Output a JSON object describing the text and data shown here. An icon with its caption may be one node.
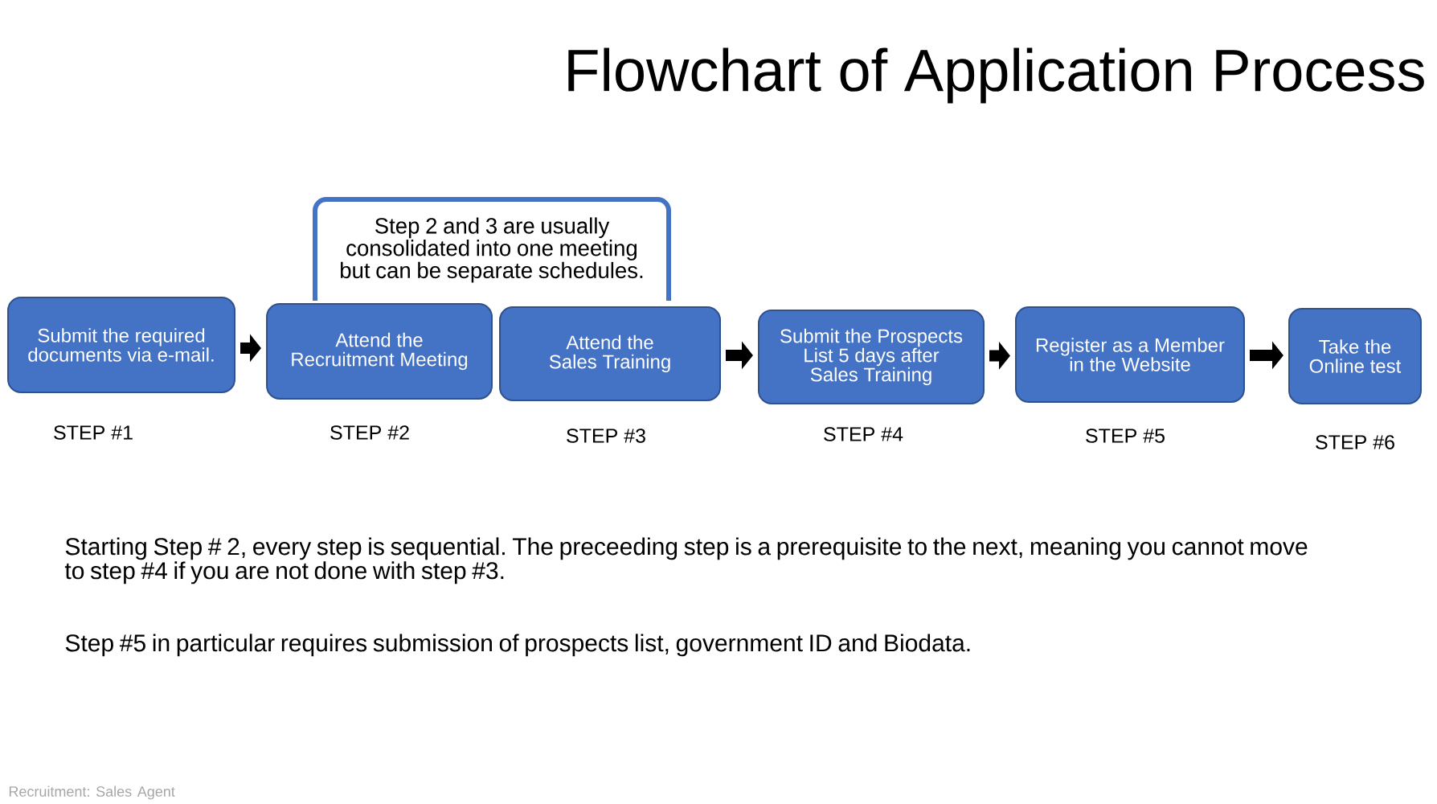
{
  "diagram": {
    "title": "Flowchart of Application Process",
    "nodes": [
      {
        "text": [
          "Submit the required documents via e-mail."
        ],
        "beside": [
          "STEP #1"
        ]
      },
      {
        "text": [
          "Attend the Recruitment Meeting"
        ],
        "beside": [
          "STEP #2"
        ]
      },
      {
        "text": [
          "Attend the Sales Training"
        ],
        "beside": [
          "STEP #3"
        ]
      },
      {
        "text": [
          "Submit the Prospects List 5 days after Sales Training"
        ],
        "beside": [
          "STEP #4"
        ]
      },
      {
        "text": [
          "Register as a Member in the Website"
        ],
        "beside": [
          "STEP #5"
        ]
      },
      {
        "text": [
          "Take the Online test"
        ],
        "beside": [
          "STEP #6"
        ]
      },
      {
        "text": [
          "Step 2 and 3 are usually consolidated into one meeting but can be separate schedules."
        ]
      }
    ],
    "edges": [
      {
        "from": 0,
        "to": 1,
        "arrow": "to"
      },
      {
        "from": 2,
        "to": 3,
        "arrow": "to"
      },
      {
        "from": 3,
        "to": 4,
        "arrow": "to"
      },
      {
        "from": 4,
        "to": 5,
        "arrow": "to"
      }
    ],
    "labels": [
      "Starting Step # 2, every step is sequential. The preceeding step is a prerequisite to the next, meaning you cannot move to step #4 if you are not done with step #3.",
      "Step #5 in particular requires submission of prospects list, government ID and Biodata.",
      "Recruitment: Sales Agent"
    ]
  }
}
